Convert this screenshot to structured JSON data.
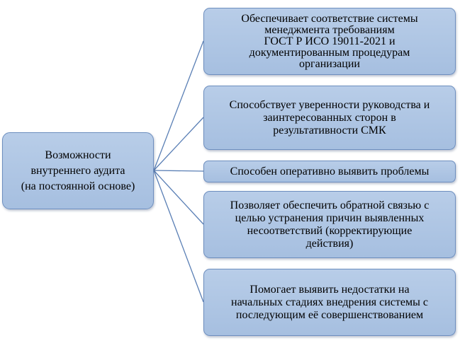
{
  "diagram": {
    "root": {
      "label": "Возможности\nвнутреннего аудита\n(на постоянной основе)"
    },
    "items": [
      {
        "label": "Обеспечивает соответствие системы\nменеджмента требованиям\nГОСТ Р ИСО 19011-2021   и\nдокументированным процедурам\nорганизации"
      },
      {
        "label": "Способствует уверенности руководства и\nзаинтересованных сторон в\nрезультативности СМК"
      },
      {
        "label": "Способен оперативно выявить проблемы"
      },
      {
        "label": "Позволяет обеспечить обратной связью с\nцелью устранения причин выявленных\nнесоответствий (корректирующие\nдействия)"
      },
      {
        "label": "Помогает выявить недостатки  на\nначальных стадиях внедрения системы  с\nпоследующим её совершенствованием"
      }
    ],
    "colors": {
      "box_fill": "#b2c8e6",
      "box_border": "#6e8fbf",
      "connector": "#5a7fb5"
    }
  }
}
